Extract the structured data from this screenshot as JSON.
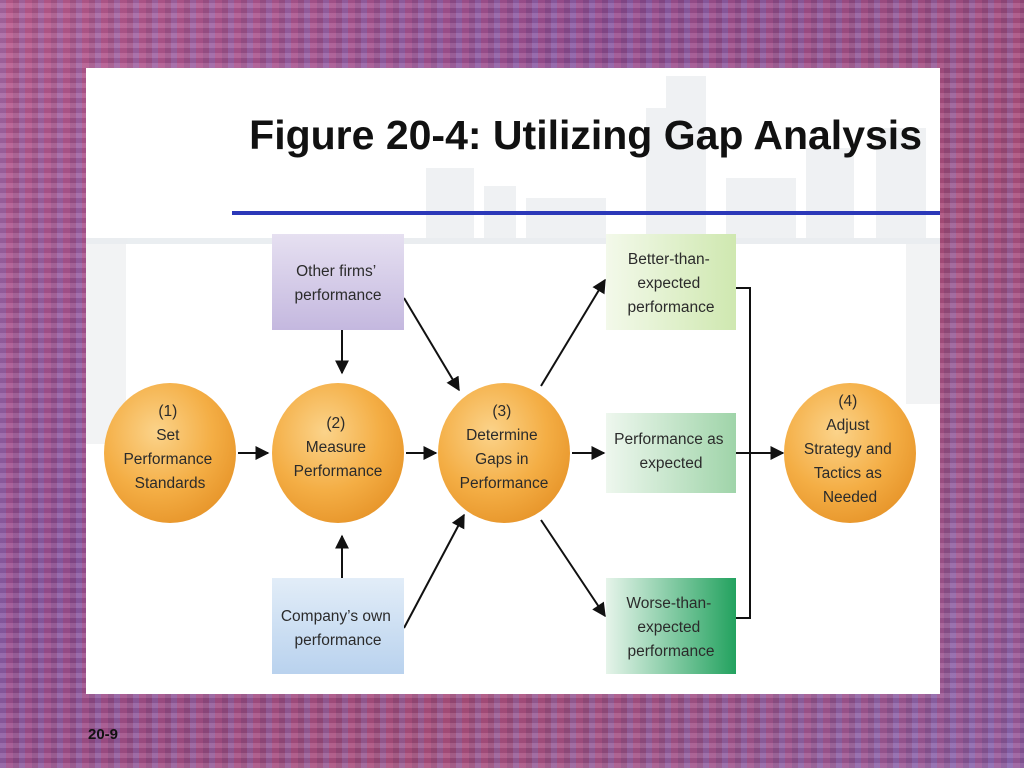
{
  "slide": {
    "title": "Figure 20-4: Utilizing Gap Analysis",
    "number": "20-9"
  },
  "diagram": {
    "circles": {
      "set_standards": [
        "(1)",
        "Set",
        "Performance",
        "Standards"
      ],
      "measure_performance": [
        "(2)",
        "Measure",
        "Performance"
      ],
      "determine_gaps": [
        "(3)",
        "Determine",
        "Gaps in",
        "Performance"
      ],
      "adjust_strategy": [
        "(4)",
        "Adjust",
        "Strategy and",
        "Tactics as",
        "Needed"
      ]
    },
    "inputs": {
      "other_firms": [
        "Other firms’",
        "performance"
      ],
      "company_own": [
        "Company’s own",
        "performance"
      ]
    },
    "outcomes": {
      "better": [
        "Better-than-",
        "expected",
        "performance"
      ],
      "as_expected": [
        "Performance as",
        "expected"
      ],
      "worse": [
        "Worse-than-",
        "expected",
        "performance"
      ]
    },
    "colors": {
      "circle": "#f2a93a",
      "purple_box": "#cfc7e6",
      "blue_box": "#c3d8ef",
      "green_light": "#dff0c8",
      "green_dark": "#1e9a5a",
      "rule": "#2b38b8"
    }
  }
}
